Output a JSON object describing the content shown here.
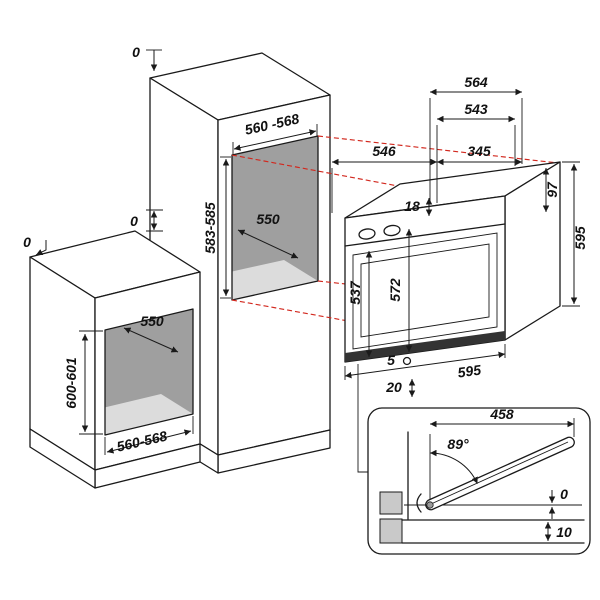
{
  "page": {
    "background": "#ffffff"
  },
  "colors": {
    "outline": "#1a1a1a",
    "alignment_dashed": "#d2281e",
    "niche_wall": "#9f9f9f",
    "niche_ceiling": "#8f8f8f",
    "niche_floor": "#dcdcdc",
    "section_gray": "#c9c9c9",
    "oven_trim": "#333333"
  },
  "column_cabinet": {
    "clearance_top": "0",
    "clearance_side": "0",
    "niche_width": "560 -568",
    "niche_height": "583-585",
    "niche_depth": "550"
  },
  "base_cabinet": {
    "clearance_top": "0",
    "niche_depth": "550",
    "niche_height": "600-601",
    "niche_width": "560-568"
  },
  "oven": {
    "depth_total": "564",
    "depth_body": "543",
    "depth_with_door": "546",
    "top_depth": "345",
    "top_offset": "18",
    "fascia_height": "97",
    "front_height": "537",
    "body_height": "572",
    "side_height": "595",
    "width": "595",
    "foot_marker": "5",
    "bottom_offset": "20"
  },
  "door_detail": {
    "projection": "458",
    "opening_angle": "89°",
    "flush_offset": "0",
    "lower_offset": "10"
  }
}
